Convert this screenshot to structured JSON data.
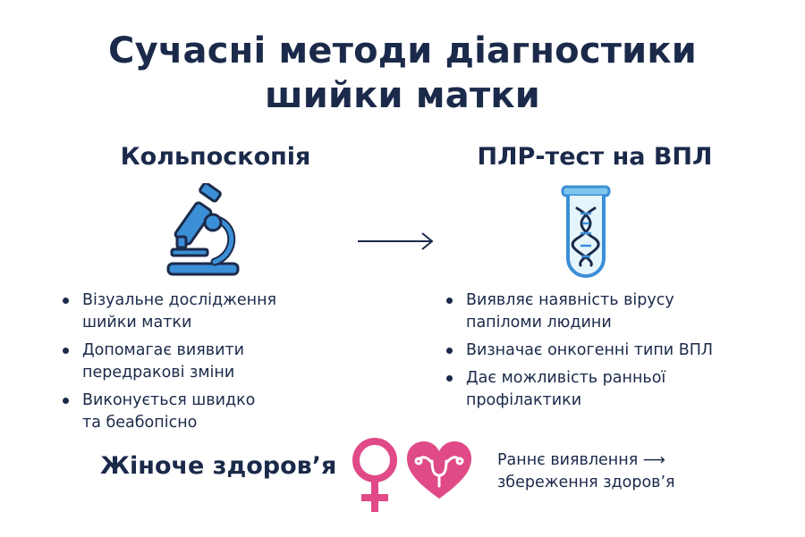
{
  "title": {
    "line1": "Сучасні методи діагностики",
    "line2": "шийки матки"
  },
  "left_column": {
    "heading": "Кольпоскопія",
    "icon": "microscope-icon",
    "bullets": [
      "Візуальне дослідження\nшийки матки",
      "Допомагає виявити\nпередракові зміни",
      "Виконується швидко\nта беабопісно"
    ]
  },
  "right_column": {
    "heading": "ПЛР-тест на ВПЛ",
    "icon": "test-tube-dna-icon",
    "bullets": [
      "Виявляє наявність вірусу\nпапіломи людини",
      "Визначає онкогенні типи ВПЛ",
      "Дає можливість ранньої\nпрофілактики"
    ]
  },
  "footer": {
    "title": "Жіноче здоров’я",
    "note_line1": "Раннє виявлення ⟶",
    "note_line2": "збереження здоров’я"
  },
  "colors": {
    "navy": "#1b2a4a",
    "blue": "#3b8fd6",
    "light_blue": "#7fc6ee",
    "pink": "#e04a86"
  }
}
